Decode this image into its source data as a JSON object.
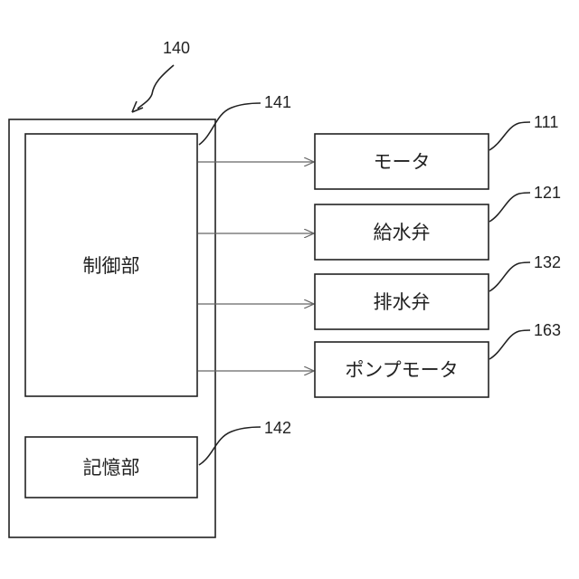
{
  "unit": {
    "ref": "140",
    "controller": {
      "ref": "141",
      "label": "制御部"
    },
    "storage": {
      "ref": "142",
      "label": "記憶部"
    }
  },
  "devices": [
    {
      "ref": "111",
      "label": "モータ"
    },
    {
      "ref": "121",
      "label": "給水弁"
    },
    {
      "ref": "132",
      "label": "排水弁"
    },
    {
      "ref": "163",
      "label": "ポンプモータ"
    }
  ]
}
